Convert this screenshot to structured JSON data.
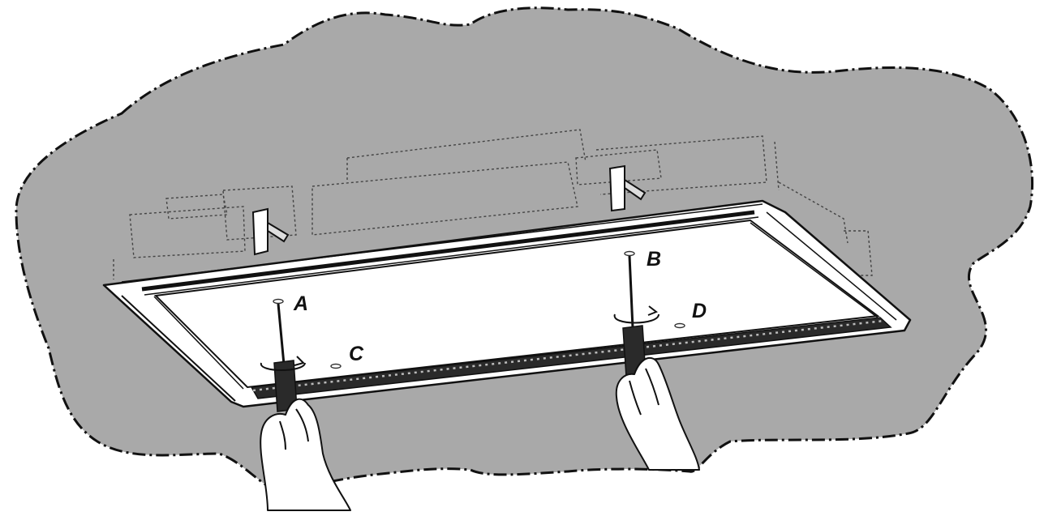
{
  "labels": {
    "a": "A",
    "b": "B",
    "c": "C",
    "d": "D"
  },
  "colors": {
    "ceiling": "#a9a9a9",
    "outline": "#111111",
    "panel": "#ffffff",
    "hidden_parts": "#444444"
  }
}
